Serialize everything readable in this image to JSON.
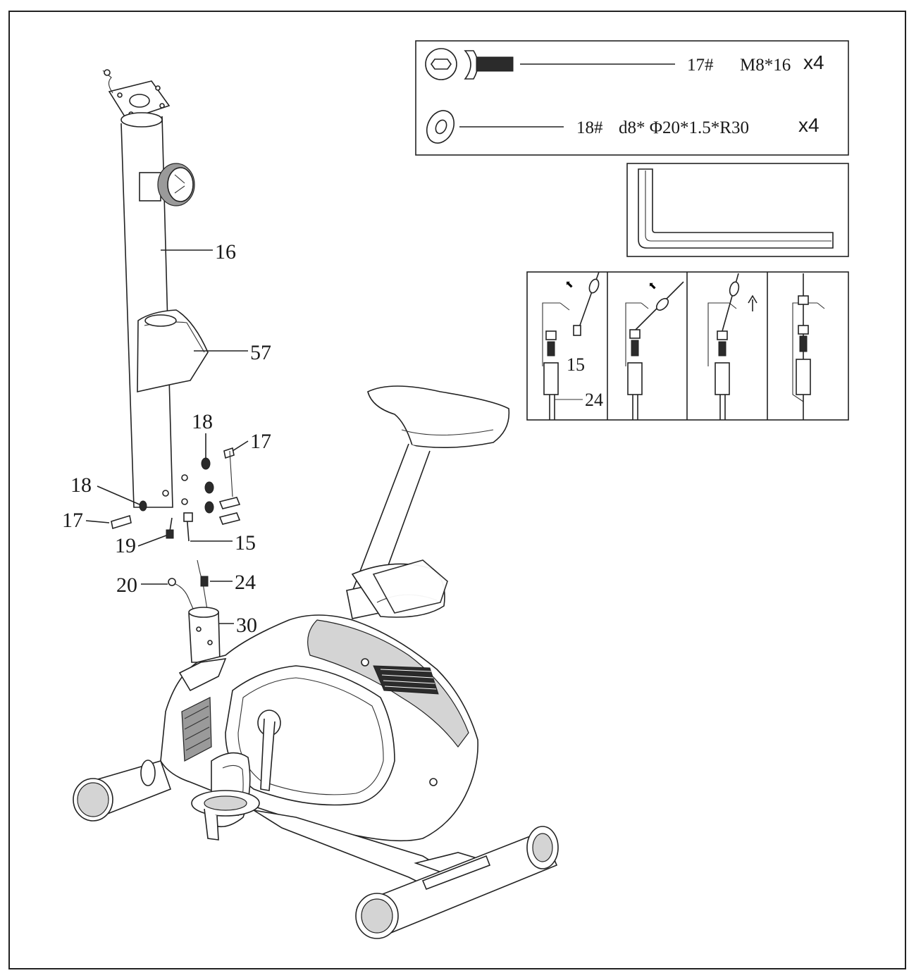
{
  "hardware": [
    {
      "part": "17#",
      "spec": "M8*16",
      "qty": "x4",
      "icon": "bolt-icon"
    },
    {
      "part": "18#",
      "spec": "d8* Φ20*1.5*R30",
      "qty": "x4",
      "icon": "curved-washer-icon"
    }
  ],
  "tool": {
    "icon": "allen-key-icon"
  },
  "cable_steps": {
    "count": 4,
    "labels": [
      "15",
      "24"
    ]
  },
  "callouts": [
    "16",
    "57",
    "18",
    "17",
    "18",
    "17",
    "19",
    "15",
    "20",
    "24",
    "30"
  ]
}
